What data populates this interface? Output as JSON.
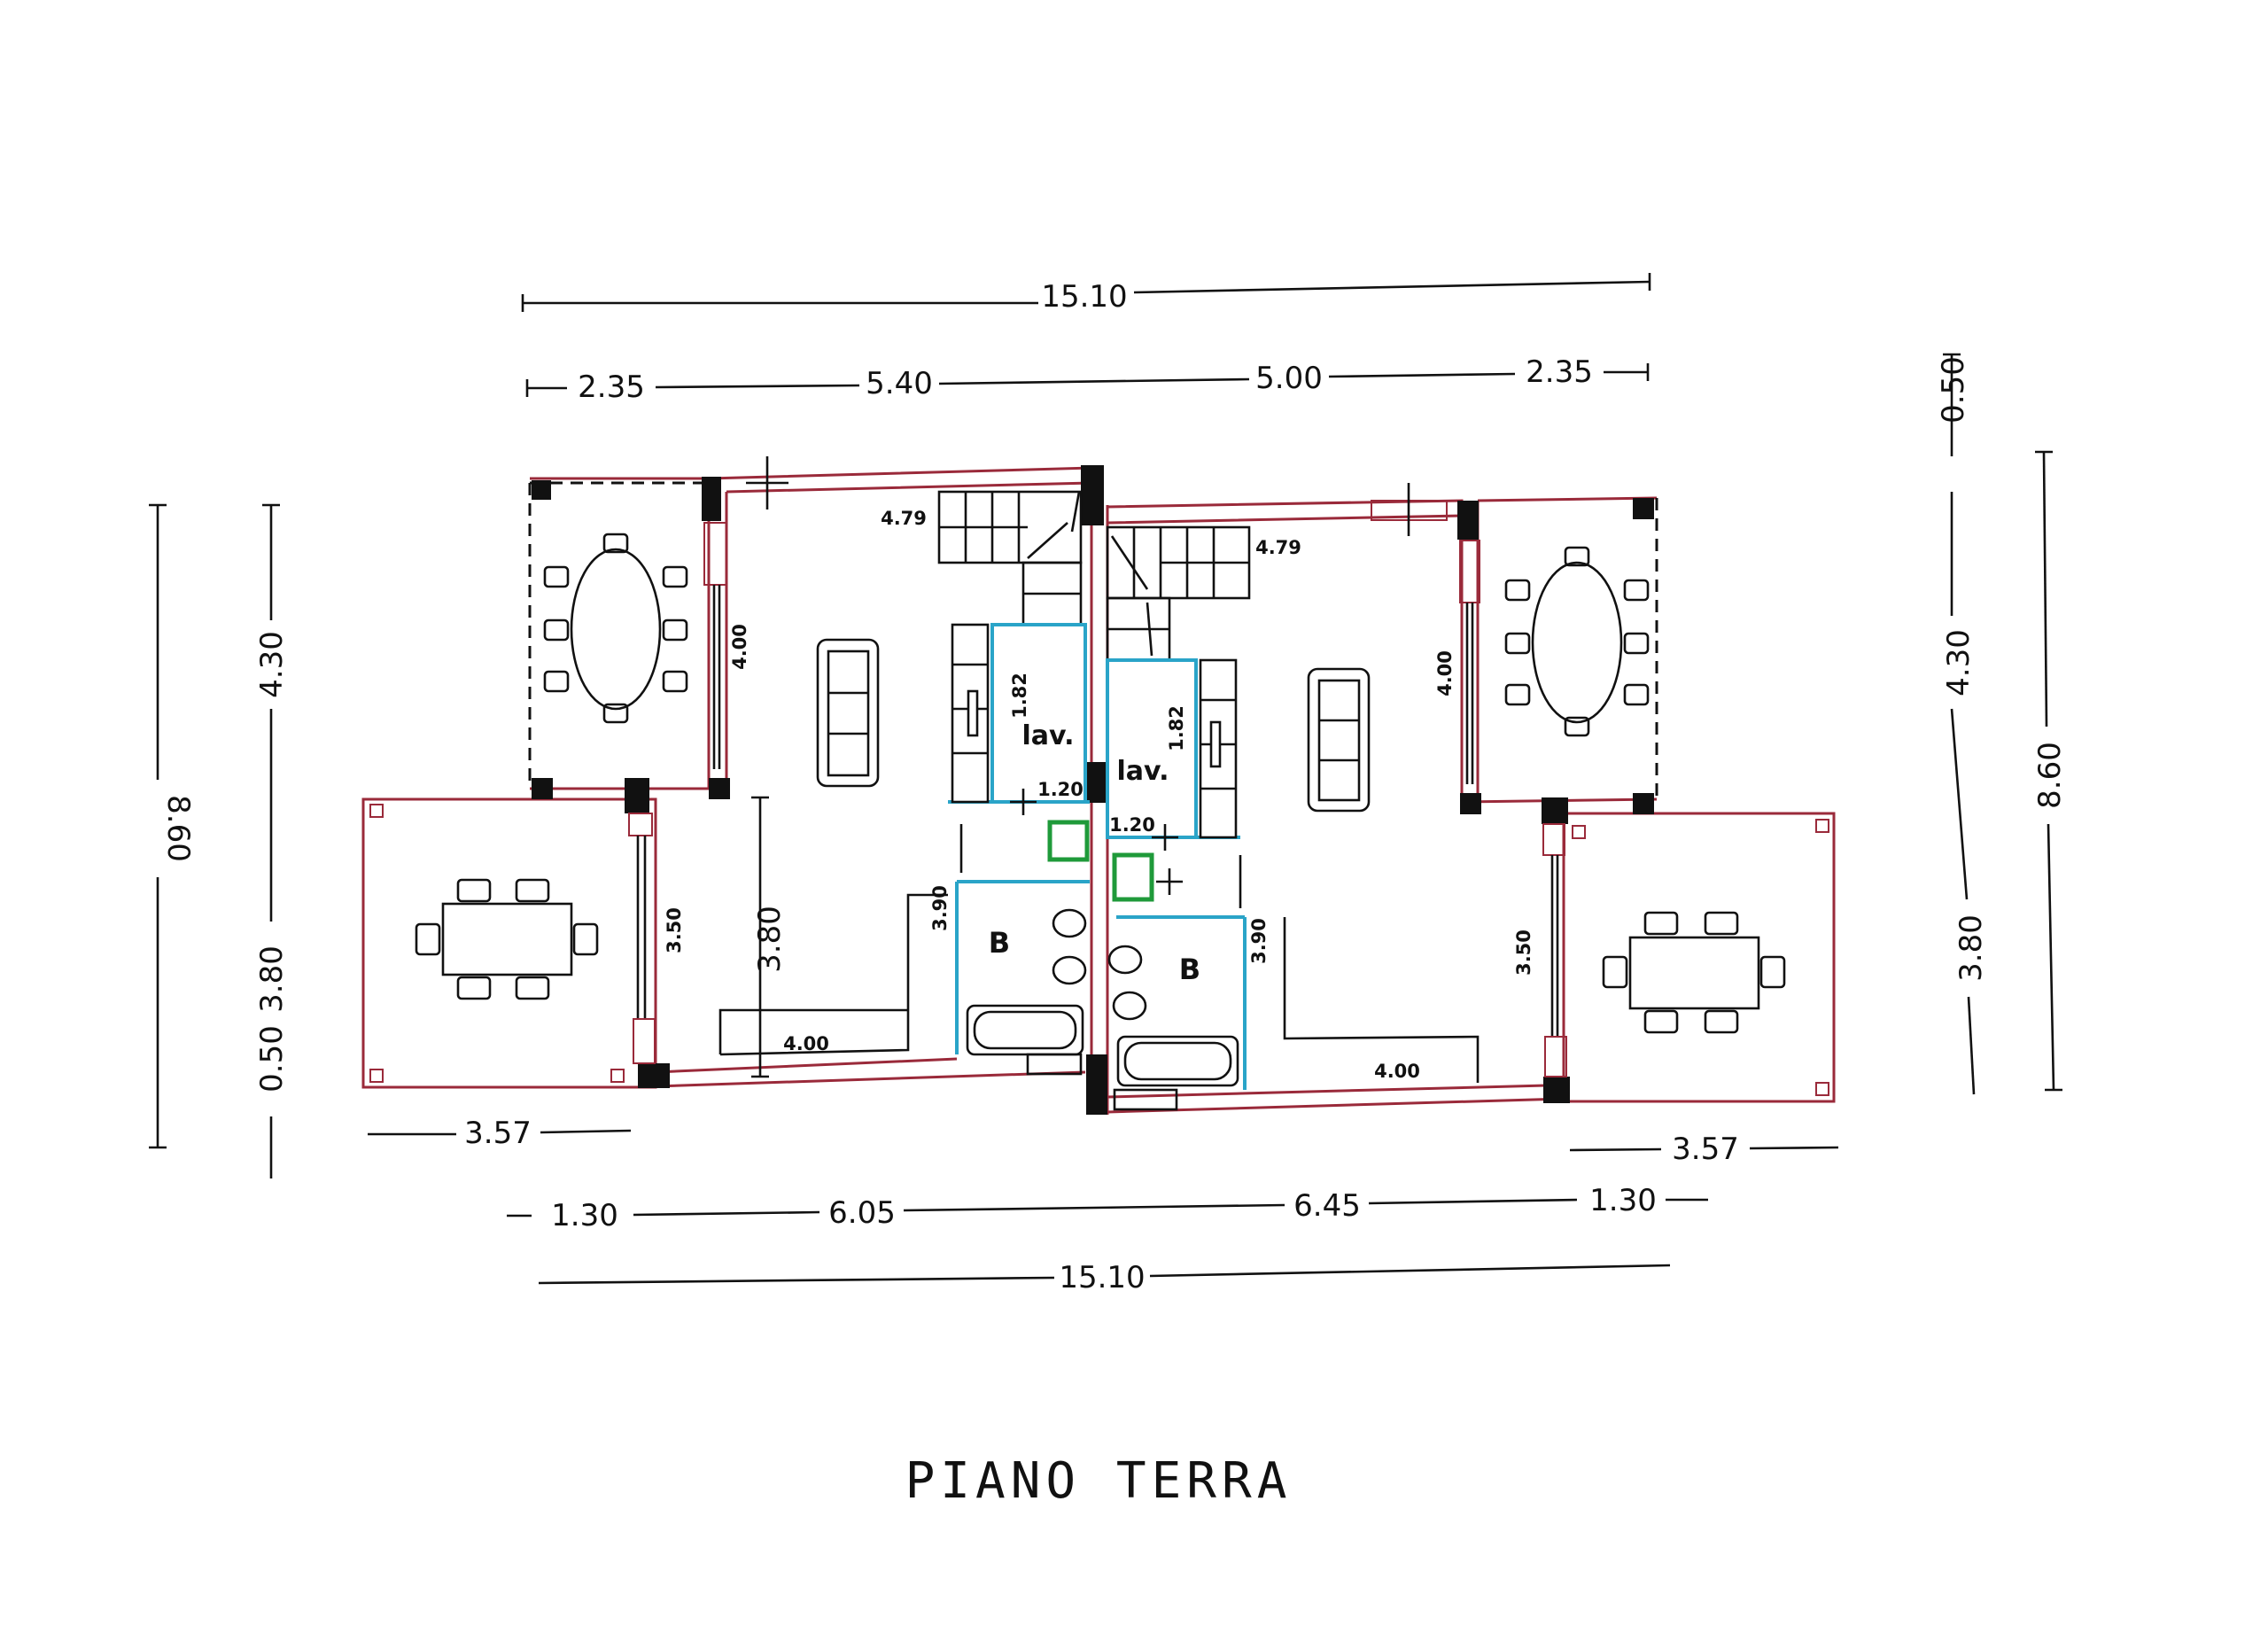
{
  "title": "PIANO TERRA",
  "dimensions": {
    "top_total": "15.10",
    "top_a": "2.35",
    "top_b": "5.40",
    "top_c": "5.00",
    "top_d": "2.35",
    "bottom_total": "15.10",
    "bottom_a": "1.30",
    "bottom_b": "6.05",
    "bottom_c": "6.45",
    "bottom_d": "1.30",
    "bottom_left_terrace": "3.57",
    "bottom_right_terrace": "3.57",
    "left_total": "8.60",
    "left_upper": "4.30",
    "left_lower": "3.80",
    "left_small": "0.50",
    "right_total": "8.60",
    "right_upper": "4.30",
    "right_lower": "3.80",
    "right_small": "0.50",
    "inner_left_porch": "4.00",
    "inner_right_porch": "4.00",
    "inner_left_terrace": "3.50",
    "inner_right_terrace": "3.50",
    "inner_left_living": "3.80",
    "inner_left_wall": "4.00",
    "inner_right_wall": "4.00",
    "stair_left": "4.79",
    "stair_right": "4.79",
    "lav_left_h": "1.82",
    "lav_right_h": "1.82",
    "lav_left_w": "1.20",
    "lav_right_w": "1.20",
    "bath_left_h": "3.90",
    "bath_right_h": "3.90"
  },
  "rooms": {
    "laundry_left": "lav.",
    "laundry_right": "lav.",
    "bath_left": "B",
    "bath_right": "B"
  },
  "colors": {
    "wall": "#9a2a3a",
    "partition": "#2aa4c8",
    "sink": "#1f9a3a",
    "ink": "#111111"
  }
}
